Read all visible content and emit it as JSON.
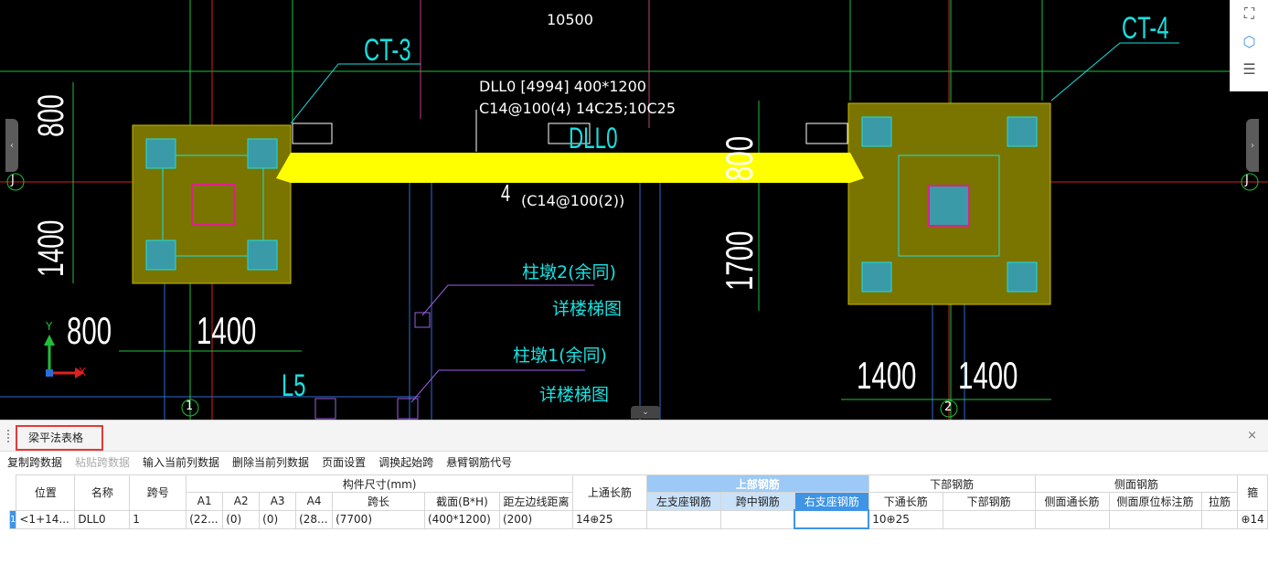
{
  "cad": {
    "top_dim": "10500",
    "ct3": "CT-3",
    "ct4": "CT-4",
    "beam_label_line1": "DLL0 [4994] 400*1200",
    "beam_label_line2": "C14@100(4) 14C25;10C25",
    "beam_name": "DLL0",
    "stirrup_note": "(C14@100(2))",
    "four": "4",
    "dim_800_left_v": "800",
    "dim_1400_left_v": "1400",
    "dim_800_h": "800",
    "dim_1400_h": "1400",
    "dim_1700": "1700",
    "dim_right_800": "800",
    "dim_1400_a": "1400",
    "dim_1400_b": "1400",
    "zhudun2": "柱墩2(余同)",
    "detail2": "详楼梯图",
    "zhudun1": "柱墩1(余同)",
    "detail1": "详楼梯图",
    "l5": "L5",
    "axis_j": "J",
    "axis_1": "1",
    "axis_2": "2",
    "axis_y": "Y",
    "axis_x": "X",
    "colors": {
      "beam": "#ffff00",
      "cap": "#7a7400",
      "cyan": "#19e0e0",
      "green": "#1fbf3a"
    }
  },
  "right_tools": [
    "fullscreen-icon",
    "cube-view-icon",
    "doc-view-icon"
  ],
  "panel": {
    "title": "梁平法表格",
    "close": "×",
    "toolbar": {
      "copy_span": "复制跨数据",
      "paste_span": "粘贴跨数据",
      "input_col": "输入当前列数据",
      "delete_col": "删除当前列数据",
      "page_setup": "页面设置",
      "adjust_start": "调换起始跨",
      "cantilever": "悬臂钢筋代号"
    },
    "headers": {
      "position": "位置",
      "name": "名称",
      "span_no": "跨号",
      "dims": "构件尺寸(mm)",
      "a1": "A1",
      "a2": "A2",
      "a3": "A3",
      "a4": "A4",
      "span_len": "跨长",
      "section": "截面(B*H)",
      "edge_dist": "距左边线距离",
      "top_through": "上通长筋",
      "top_rebar": "上部钢筋",
      "left_support": "左支座钢筋",
      "mid_span": "跨中钢筋",
      "right_support": "右支座钢筋",
      "bottom_rebar": "下部钢筋",
      "bottom_through": "下通长筋",
      "bottom_bars": "下部钢筋",
      "side_rebar": "侧面钢筋",
      "side_through": "侧面通长筋",
      "side_orig": "侧面原位标注筋",
      "tie": "拉筋",
      "stirrup": "箍"
    },
    "row": {
      "index": "1",
      "position": "<1+14...",
      "name": "DLL0",
      "span_no": "1",
      "a1": "(22...",
      "a2": "(0)",
      "a3": "(0)",
      "a4": "(28...",
      "span_len": "(7700)",
      "section": "(400*1200)",
      "edge_dist": "(200)",
      "top_through": "14⊕25",
      "left_support": "",
      "mid_span": "",
      "right_support": "",
      "bottom_through": "10⊕25",
      "bottom_bars": "",
      "side_through": "",
      "side_orig": "",
      "tie": "",
      "stirrup": "⊕14"
    }
  }
}
